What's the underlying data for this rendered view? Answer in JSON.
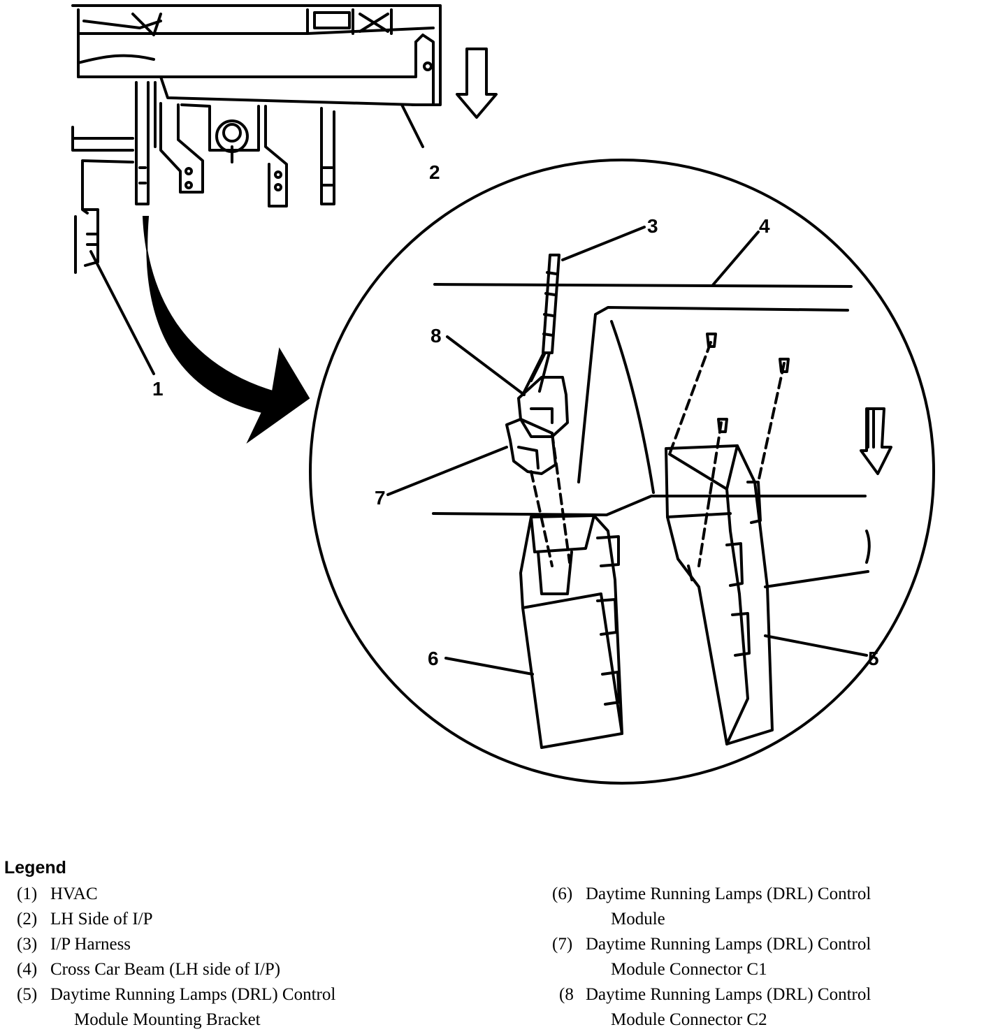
{
  "callouts": [
    "1",
    "2",
    "3",
    "4",
    "5",
    "6",
    "7",
    "8"
  ],
  "legend": {
    "title": "Legend",
    "items": [
      {
        "num": "(1)",
        "line1": "HVAC",
        "line2": ""
      },
      {
        "num": "(2)",
        "line1": "LH Side of I/P",
        "line2": ""
      },
      {
        "num": "(3)",
        "line1": "I/P Harness",
        "line2": ""
      },
      {
        "num": "(4)",
        "line1": "Cross Car Beam (LH side of I/P)",
        "line2": ""
      },
      {
        "num": "(5)",
        "line1": "Daytime Running Lamps (DRL) Control",
        "line2": "Module Mounting Bracket"
      },
      {
        "num": "(6)",
        "line1": "Daytime Running Lamps (DRL) Control",
        "line2": "Module"
      },
      {
        "num": "(7)",
        "line1": "Daytime Running Lamps (DRL) Control",
        "line2": "Module Connector C1"
      },
      {
        "num": "(8",
        "line1": "Daytime Running Lamps (DRL) Control",
        "line2": "Module Connector C2"
      }
    ]
  }
}
